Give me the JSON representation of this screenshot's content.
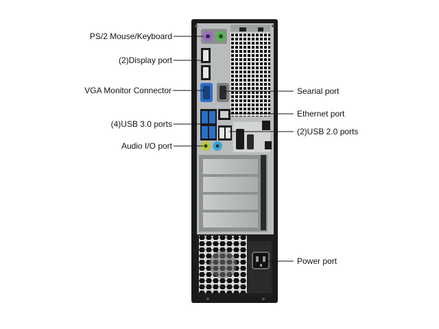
{
  "diagram": {
    "left_labels": [
      {
        "id": "ps2",
        "text": "PS/2 Mouse/Keyboard"
      },
      {
        "id": "display",
        "text": "(2)Display port"
      },
      {
        "id": "vga",
        "text": "VGA Monitor Connector"
      },
      {
        "id": "usb3",
        "text": "(4)USB 3.0 ports"
      },
      {
        "id": "audio",
        "text": "Audio I/O port"
      }
    ],
    "right_labels": [
      {
        "id": "serial",
        "text": "Searial port"
      },
      {
        "id": "ethernet",
        "text": "Ethernet port"
      },
      {
        "id": "usb2",
        "text": "(2)USB 2.0 ports"
      },
      {
        "id": "power",
        "text": "Power port"
      }
    ],
    "colors": {
      "case": "#1a1a1a",
      "panel": "#b9bcbd",
      "port_blue": "#2b6fc9",
      "ps2_purple": "#9a6fb8",
      "ps2_green": "#5fae5a",
      "audio_green": "#b9c83a",
      "audio_blue": "#3da8d8",
      "leader": "#111111"
    }
  }
}
